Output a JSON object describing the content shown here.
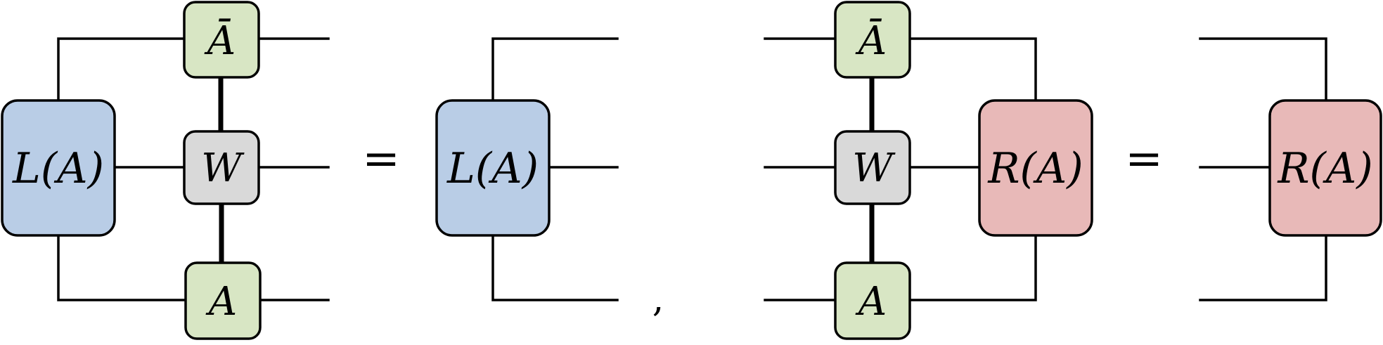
{
  "colors": {
    "left_env": "#b9cde6",
    "right_env": "#e8b9b8",
    "mps": "#d8e6c4",
    "mpo": "#d9d9d9",
    "stroke": "#000000"
  },
  "left_equation": {
    "lhs": {
      "env_label": "L(A)",
      "w_label": "W",
      "abar_label": "Ā",
      "a_label": "A"
    },
    "equals": "=",
    "rhs": {
      "env_label": "L(A)"
    }
  },
  "separator": ",",
  "right_equation": {
    "lhs": {
      "env_label": "R(A)",
      "w_label": "W",
      "abar_label": "Ā",
      "a_label": "A"
    },
    "equals": "=",
    "rhs": {
      "env_label": "R(A)"
    }
  }
}
